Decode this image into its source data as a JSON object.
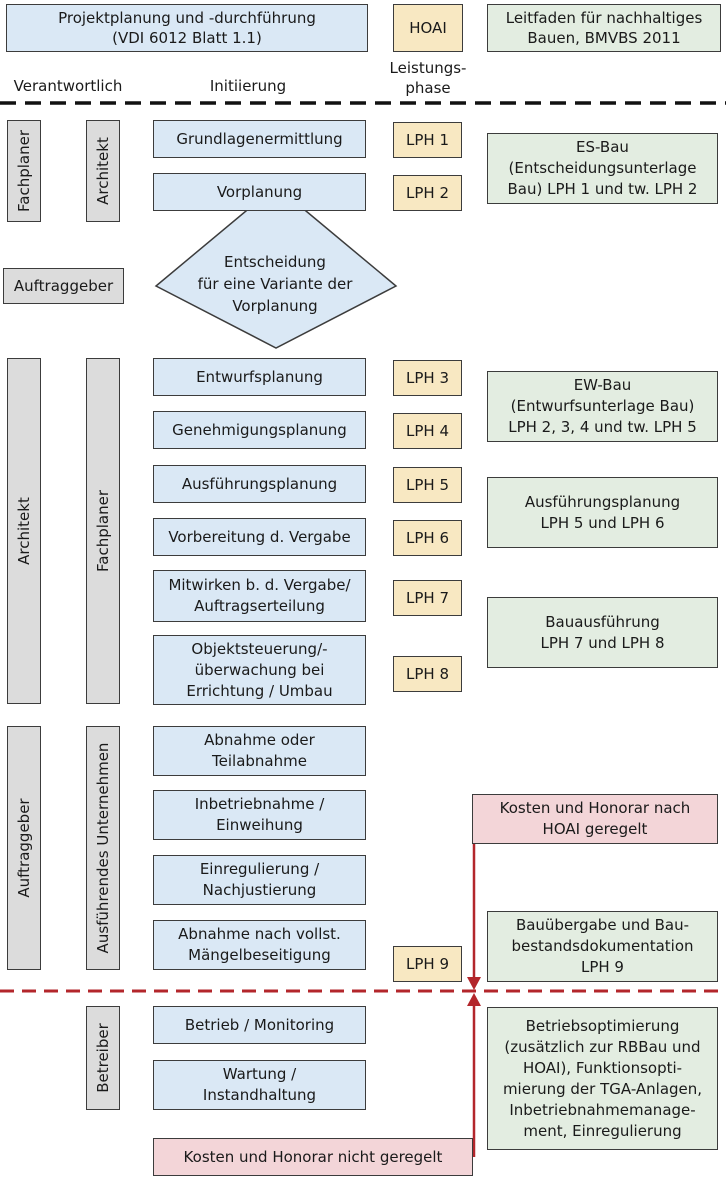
{
  "header": {
    "project": "Projektplanung und -durchführung\n(VDI 6012 Blatt 1.1)",
    "hoai": "HOAI",
    "guide": "Leitfaden für nachhaltiges\nBauen, BMVBS 2011",
    "col_responsible": "Verantwortlich",
    "col_initiation": "Initiierung",
    "col_phase": "Leistungs-\nphase"
  },
  "roles": {
    "fachplaner_1": "Fachplaner",
    "architekt_1": "Architekt",
    "auftraggeber_mid": "Auftraggeber",
    "architekt_2": "Architekt",
    "fachplaner_2": "Fachplaner",
    "auftraggeber_2": "Auftraggeber",
    "unternehmen": "Ausführendes Unternehmen",
    "betreiber": "Betreiber"
  },
  "steps": [
    "Grundlagenermittlung",
    "Vorplanung",
    "Entwurfsplanung",
    "Genehmigungsplanung",
    "Ausführungsplanung",
    "Vorbereitung d. Vergabe",
    "Mitwirken b. d. Vergabe/\nAuftragserteilung",
    "Objektsteuerung/-\nüberwachung bei\nErrichtung / Umbau",
    "Abnahme oder\nTeilabnahme",
    "Inbetriebnahme /\nEinweihung",
    "Einregulierung /\nNachjustierung",
    "Abnahme nach vollst.\nMängelbeseitigung",
    "Betrieb / Monitoring",
    "Wartung /\nInstandhaltung"
  ],
  "decision": "Entscheidung\nfür eine Variante der\nVorplanung",
  "phases": [
    "LPH 1",
    "LPH 2",
    "LPH 3",
    "LPH 4",
    "LPH 5",
    "LPH 6",
    "LPH 7",
    "LPH 8",
    "LPH 9"
  ],
  "guide_boxes": [
    "ES-Bau\n(Entscheidungsunterlage\nBau) LPH 1 und tw. LPH 2",
    "EW-Bau\n(Entwurfsunterlage Bau)\nLPH 2, 3, 4 und tw. LPH 5",
    "Ausführungsplanung\nLPH 5 und LPH 6",
    "Bauausführung\nLPH 7 und LPH 8",
    "Bauübergabe und Bau-\nbestandsdokumentation\nLPH 9",
    "Betriebsoptimierung\n(zusätzlich zur RBBau und\nHOAI), Funktionsopti-\nmierung der TGA-Anlagen,\nInbetriebnahmemanage-\nment, Einregulierung"
  ],
  "costs": {
    "regulated": "Kosten und Honorar nach\nHOAI geregelt",
    "not_regulated": "Kosten und Honorar nicht  geregelt"
  },
  "colors": {
    "step_fill": "#dae8f5",
    "phase_fill": "#f8e8c2",
    "guide_fill": "#e3ede1",
    "role_fill": "#dcdcdc",
    "cost_fill": "#f3d5d8",
    "arrow": "#b3262b"
  }
}
